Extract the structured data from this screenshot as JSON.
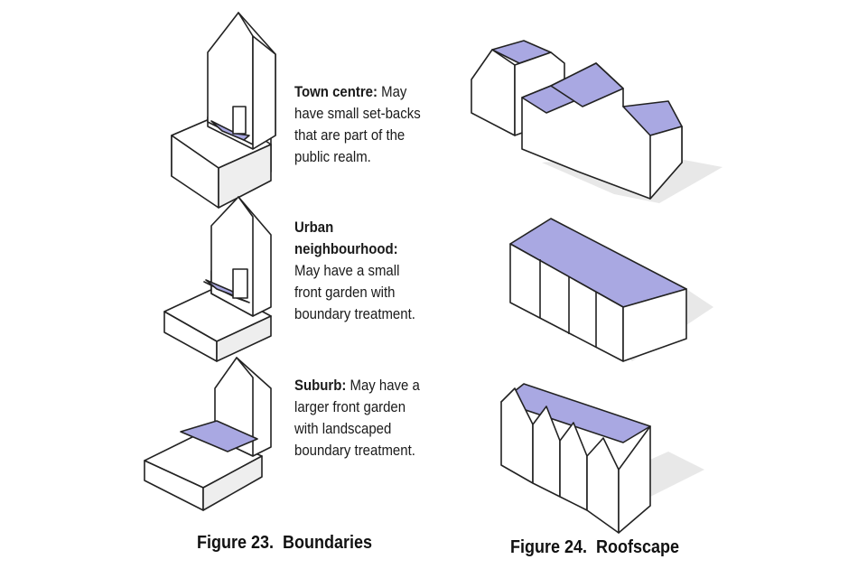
{
  "boundaries": [
    {
      "title": "Town centre:",
      "text": "May have small set-backs that are part of the public realm."
    },
    {
      "title": "Urban neighbourhood:",
      "text": "May have a small front garden with boundary treatment."
    },
    {
      "title": "Suburb:",
      "text": "May have a larger front garden with landscaped boundary treatment."
    }
  ],
  "captions": {
    "left": "Figure 23.  Boundaries",
    "right": "Figure 24.  Roofscape"
  },
  "colors": {
    "roof": "#a9a8e2",
    "line": "#222222",
    "shadow": "#e6e6e6"
  }
}
